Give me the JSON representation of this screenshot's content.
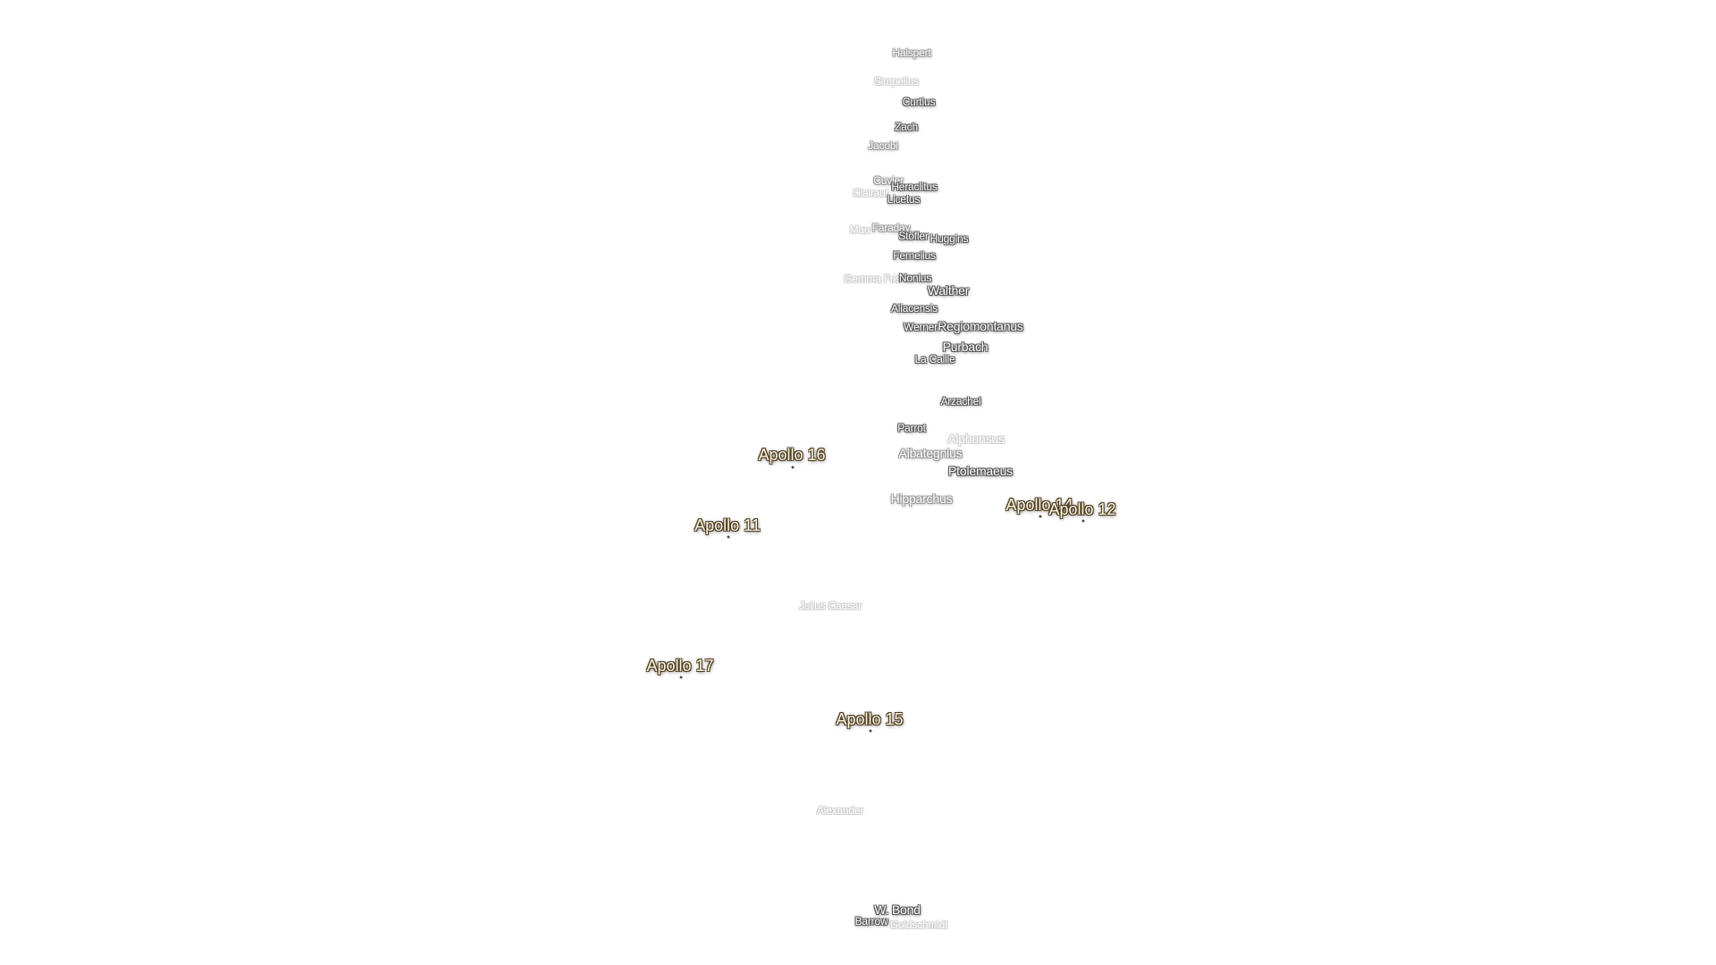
{
  "craters": [
    {
      "id": "halspert",
      "name": "Halspert"
    },
    {
      "id": "simpelius",
      "name": "Simpelius"
    },
    {
      "id": "curtius",
      "name": "Curtius"
    },
    {
      "id": "zach",
      "name": "Zach"
    },
    {
      "id": "jacobi",
      "name": "Jacobi"
    },
    {
      "id": "cuvier",
      "name": "Cuvier"
    },
    {
      "id": "heraclitus",
      "name": "Heraclitus"
    },
    {
      "id": "clairaut",
      "name": "Clairaut"
    },
    {
      "id": "licetus",
      "name": "Licetus"
    },
    {
      "id": "maurolycus",
      "name": "Mau"
    },
    {
      "id": "faraday",
      "name": "Faraday"
    },
    {
      "id": "stoefler",
      "name": "Stöfler"
    },
    {
      "id": "huggins",
      "name": "Huggins"
    },
    {
      "id": "fernelius",
      "name": "Fernelius"
    },
    {
      "id": "gemma-frisius",
      "name": "Gemma Fris"
    },
    {
      "id": "nonius",
      "name": "Nonius"
    },
    {
      "id": "walther",
      "name": "Walther"
    },
    {
      "id": "aliacensis",
      "name": "Aliacensis"
    },
    {
      "id": "werner",
      "name": "Werner"
    },
    {
      "id": "regiomontanus",
      "name": "Regiomontanus"
    },
    {
      "id": "purbach",
      "name": "Purbach"
    },
    {
      "id": "la-caille",
      "name": "La Caille"
    },
    {
      "id": "arzachel",
      "name": "Arzachel"
    },
    {
      "id": "parrot",
      "name": "Parrot"
    },
    {
      "id": "alphonsus",
      "name": "Alphonsus"
    },
    {
      "id": "albategnius",
      "name": "Albategnius"
    },
    {
      "id": "ptolemaeus",
      "name": "Ptolemaeus"
    },
    {
      "id": "hipparchus",
      "name": "Hipparchus"
    },
    {
      "id": "julius-caesar",
      "name": "Julius Caesar"
    },
    {
      "id": "alexander",
      "name": "Alexander"
    },
    {
      "id": "w-bond",
      "name": "W. Bond"
    },
    {
      "id": "barrow",
      "name": "Barrow"
    },
    {
      "id": "goldschmidt",
      "name": "Goldschmidt"
    }
  ],
  "apollo_sites": [
    {
      "id": "apollo-16",
      "name": "Apollo 16"
    },
    {
      "id": "apollo-11",
      "name": "Apollo 11"
    },
    {
      "id": "apollo-14",
      "name": "Apollo 14"
    },
    {
      "id": "apollo-12",
      "name": "Apollo 12"
    },
    {
      "id": "apollo-17",
      "name": "Apollo 17"
    },
    {
      "id": "apollo-15",
      "name": "Apollo 15"
    }
  ]
}
